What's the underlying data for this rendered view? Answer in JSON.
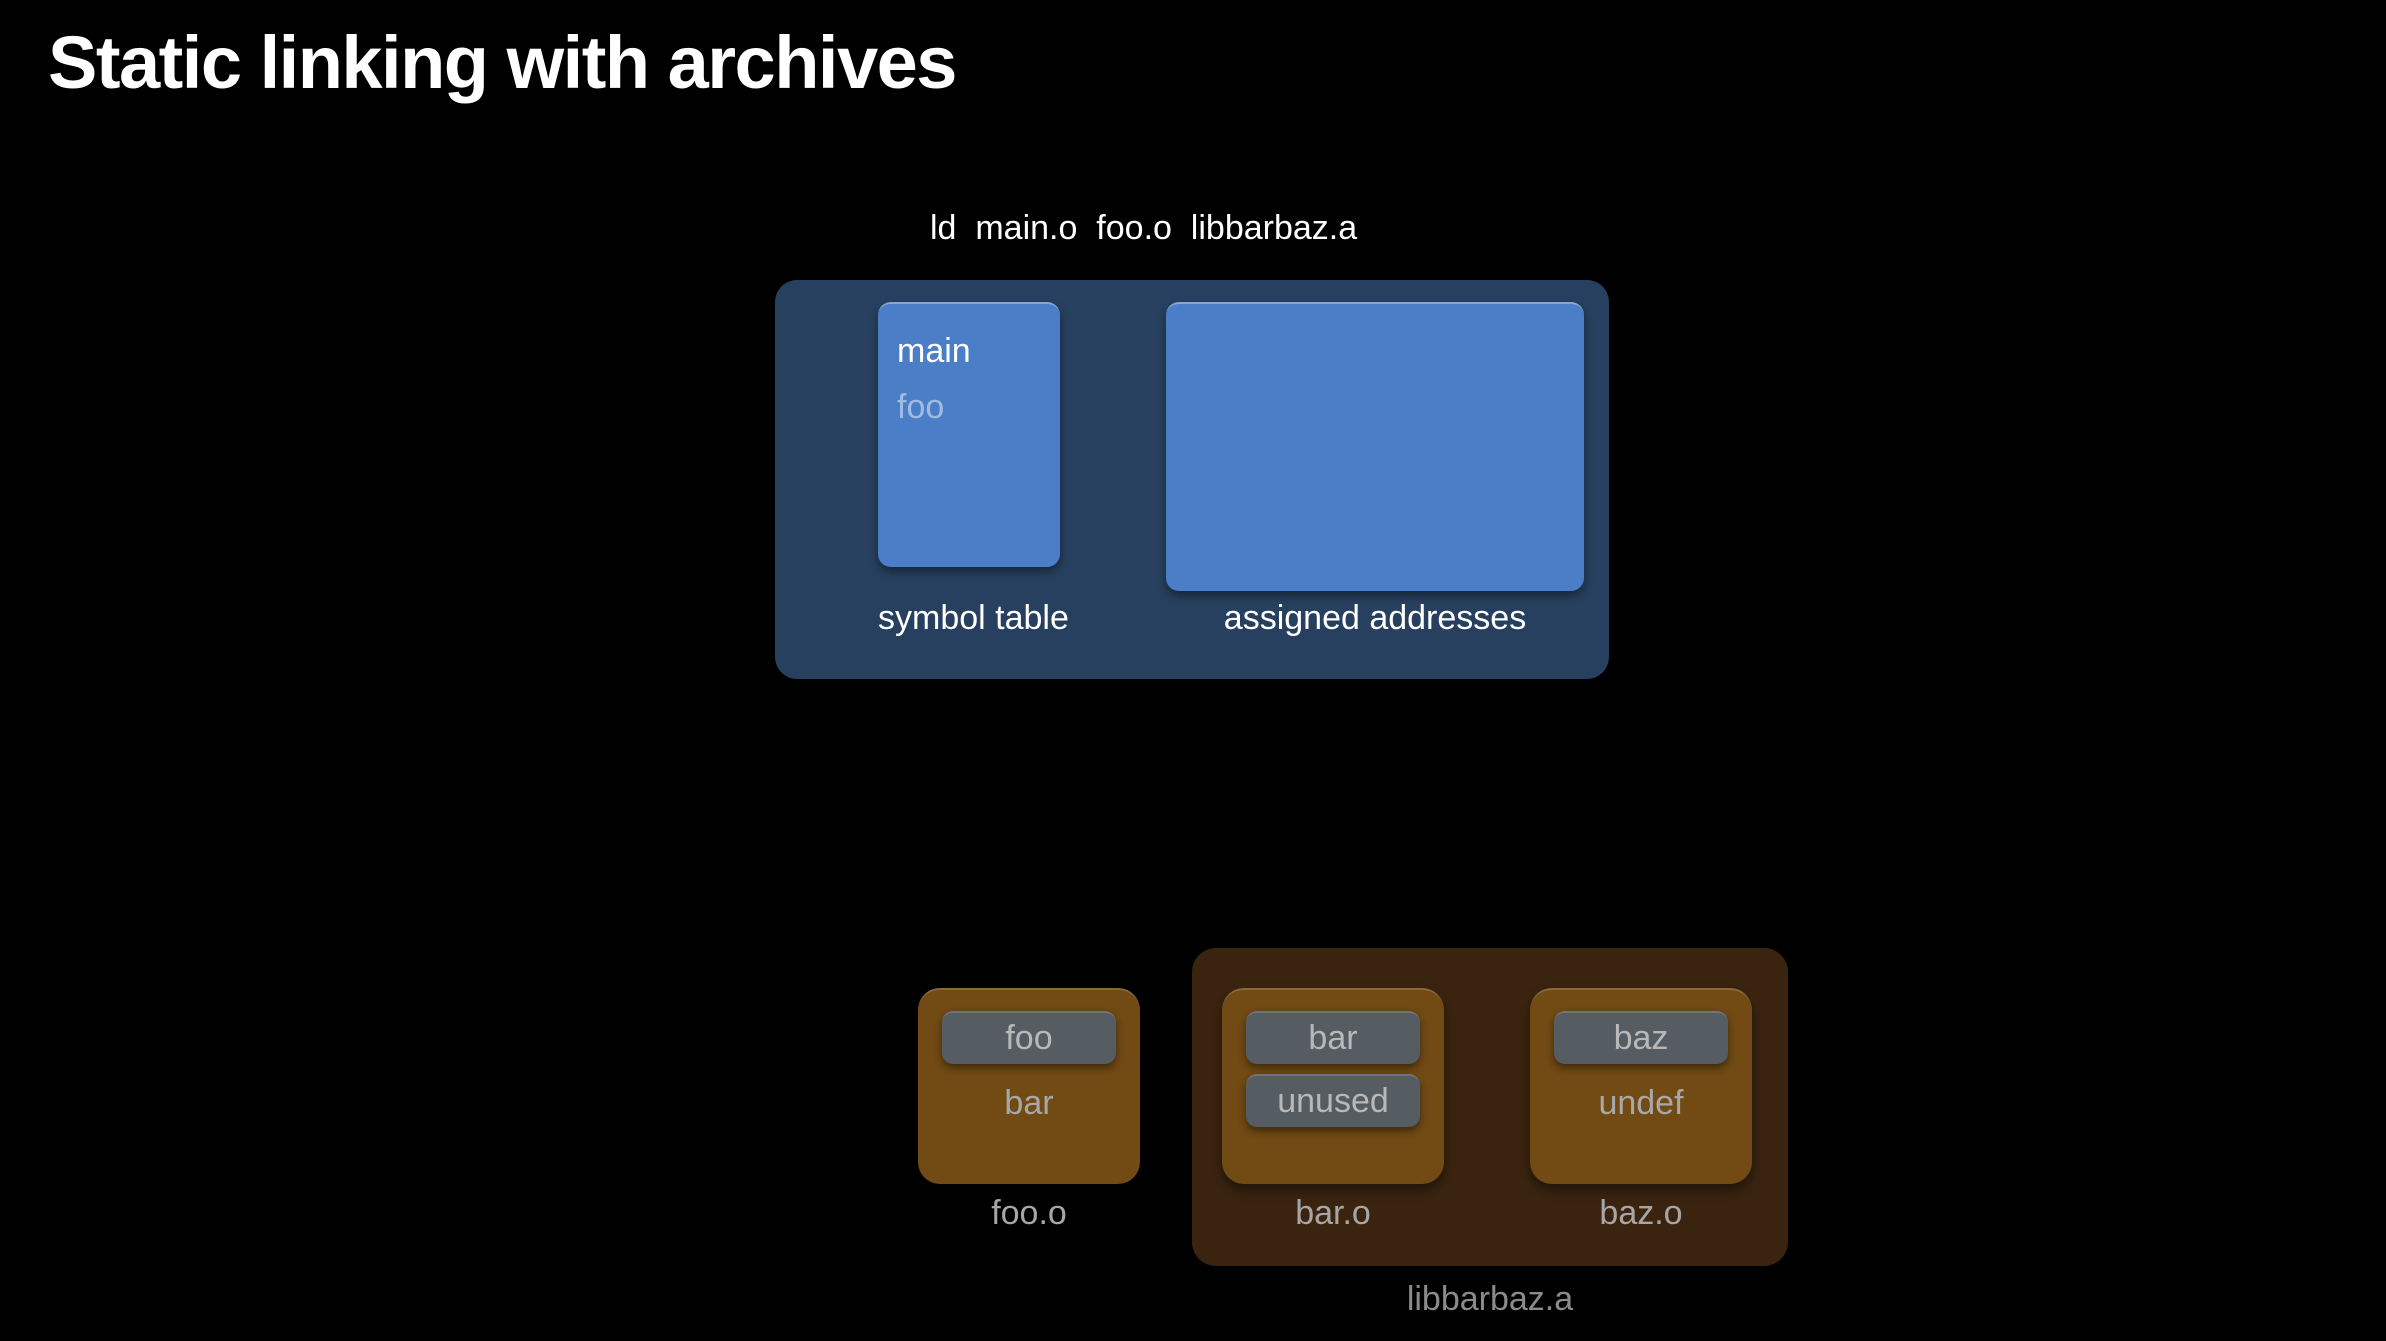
{
  "slide": {
    "title": "Static linking with archives",
    "background_color": "#000000"
  },
  "link_command": "ld  main.o  foo.o  libbarbaz.a",
  "linker_panel": {
    "background_color": "#27405f",
    "box_color": "#4a7ec6",
    "symbol_table": {
      "caption": "symbol table",
      "symbols": [
        {
          "name": "main",
          "state": "defined"
        },
        {
          "name": "foo",
          "state": "undefined"
        }
      ]
    },
    "assigned_addresses": {
      "caption": "assigned addresses",
      "content": ""
    }
  },
  "archive": {
    "name": "libbarbaz.a",
    "background_color": "#3a2410",
    "caption_color": "#8b8b8b",
    "members": [
      "bar.o",
      "baz.o"
    ]
  },
  "object_files": [
    {
      "id": "foo",
      "name": "foo.o",
      "in_archive": false,
      "box_color": "#714a14",
      "symbols": [
        {
          "name": "foo",
          "kind": "chip"
        },
        {
          "name": "bar",
          "kind": "plain"
        }
      ]
    },
    {
      "id": "bar",
      "name": "bar.o",
      "in_archive": true,
      "box_color": "#714a14",
      "symbols": [
        {
          "name": "bar",
          "kind": "chip"
        },
        {
          "name": "unused",
          "kind": "chip"
        }
      ]
    },
    {
      "id": "baz",
      "name": "baz.o",
      "in_archive": true,
      "box_color": "#714a14",
      "symbols": [
        {
          "name": "baz",
          "kind": "chip"
        },
        {
          "name": "undef",
          "kind": "plain"
        }
      ]
    }
  ],
  "colors": {
    "chip": "#555c62",
    "chip_text": "#b8b8b8",
    "title_text": "#ffffff",
    "caption_text": "#ffffff"
  }
}
